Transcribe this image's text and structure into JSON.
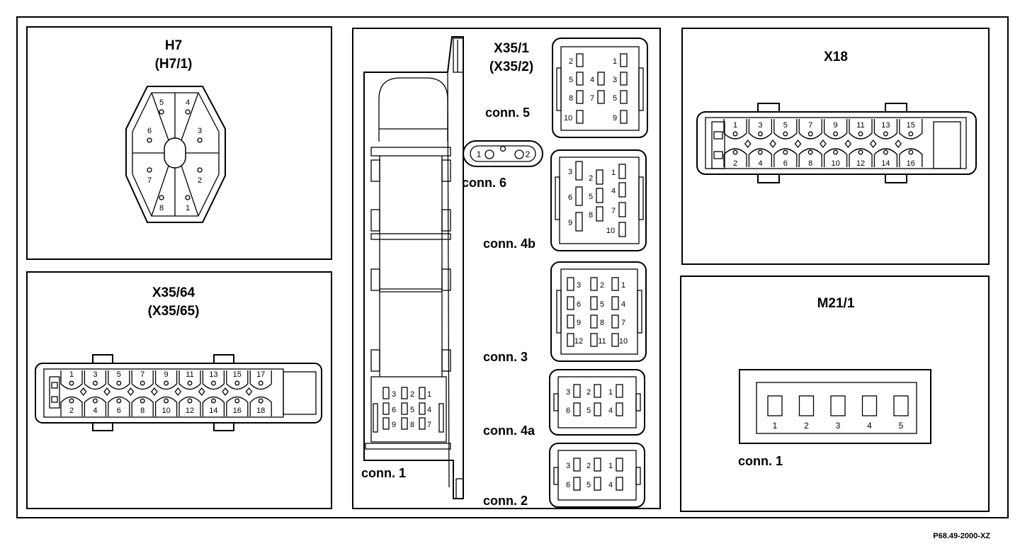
{
  "panels": {
    "h7": {
      "title": "H7",
      "subtitle": "(H7/1)",
      "pins": [
        "5",
        "4",
        "6",
        "3",
        "7",
        "2",
        "8",
        "1"
      ]
    },
    "x35_64": {
      "title": "X35/64",
      "subtitle": "(X35/65)",
      "top_pins": [
        "1",
        "3",
        "5",
        "7",
        "9",
        "11",
        "13",
        "15",
        "17"
      ],
      "bottom_pins": [
        "2",
        "4",
        "6",
        "8",
        "10",
        "12",
        "14",
        "16",
        "18"
      ]
    },
    "x35_1": {
      "title": "X35/1",
      "subtitle": "(X35/2)",
      "connectors": {
        "conn5": {
          "label": "conn. 5",
          "pins": [
            "2",
            "1",
            "5",
            "4",
            "3",
            "8",
            "7",
            "5",
            "10",
            "9"
          ]
        },
        "conn6": {
          "label": "conn. 6",
          "pins": [
            "1",
            "2"
          ]
        },
        "conn4b": {
          "label": "conn. 4b",
          "pins": [
            "3",
            "2",
            "1",
            "6",
            "5",
            "4",
            "9",
            "8",
            "7",
            "10"
          ]
        },
        "conn3": {
          "label": "conn. 3",
          "pins": [
            "3",
            "2",
            "1",
            "6",
            "5",
            "4",
            "9",
            "8",
            "7",
            "12",
            "11",
            "10"
          ]
        },
        "conn4a": {
          "label": "conn. 4a",
          "pins": [
            "3",
            "2",
            "1",
            "6",
            "5",
            "4"
          ]
        },
        "conn2": {
          "label": "conn. 2",
          "pins": [
            "3",
            "2",
            "1",
            "6",
            "5",
            "4"
          ]
        },
        "conn1": {
          "label": "conn. 1",
          "pins": [
            "3",
            "2",
            "1",
            "6",
            "5",
            "4",
            "9",
            "8",
            "7"
          ]
        }
      }
    },
    "x18": {
      "title": "X18",
      "top_pins": [
        "1",
        "3",
        "5",
        "7",
        "9",
        "11",
        "13",
        "15"
      ],
      "bottom_pins": [
        "2",
        "4",
        "6",
        "8",
        "10",
        "12",
        "14",
        "16"
      ]
    },
    "m21_1": {
      "title": "M21/1",
      "pins": [
        "1",
        "2",
        "3",
        "4",
        "5"
      ],
      "label": "conn. 1"
    }
  },
  "footer": {
    "code": "P68.49-2000-XZ"
  }
}
